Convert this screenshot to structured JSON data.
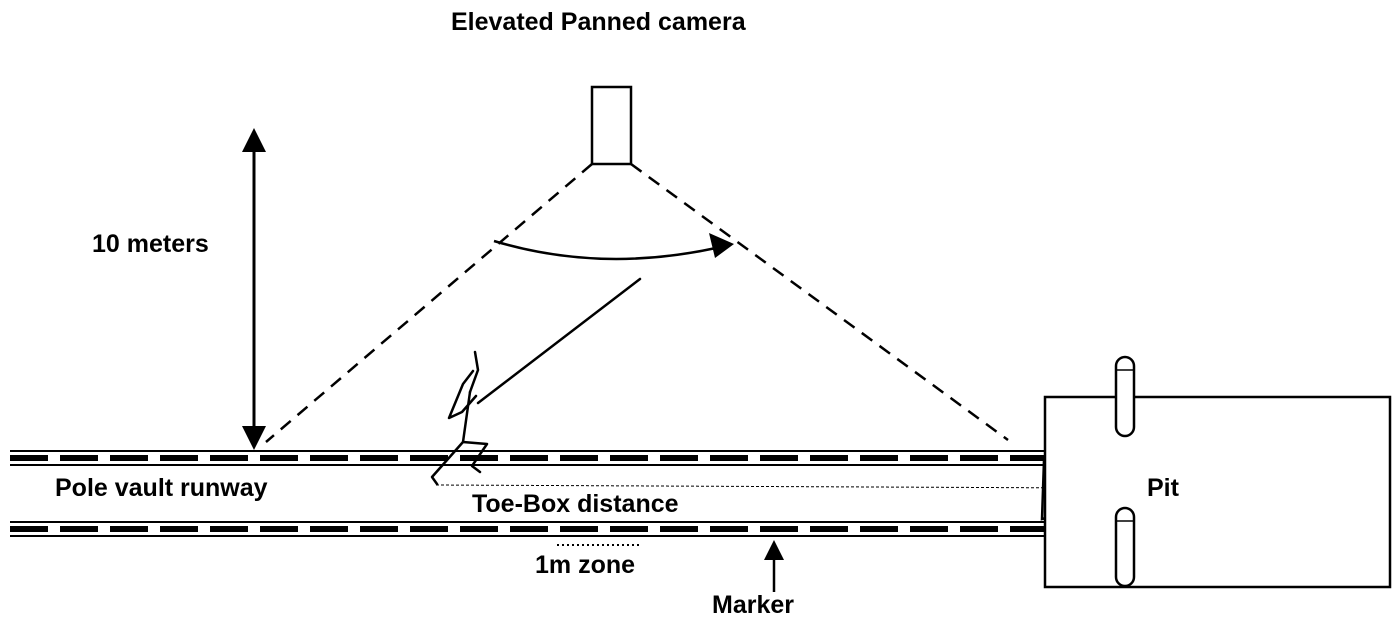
{
  "diagram": {
    "camera_label": "Elevated Panned camera",
    "height_label": "10 meters",
    "runway_label": "Pole vault runway",
    "toebox_label": "Toe-Box distance",
    "zone_label": "1m zone",
    "marker_label": "Marker",
    "pit_label": "Pit"
  },
  "colors": {
    "stroke": "#000000",
    "background": "#ffffff"
  }
}
